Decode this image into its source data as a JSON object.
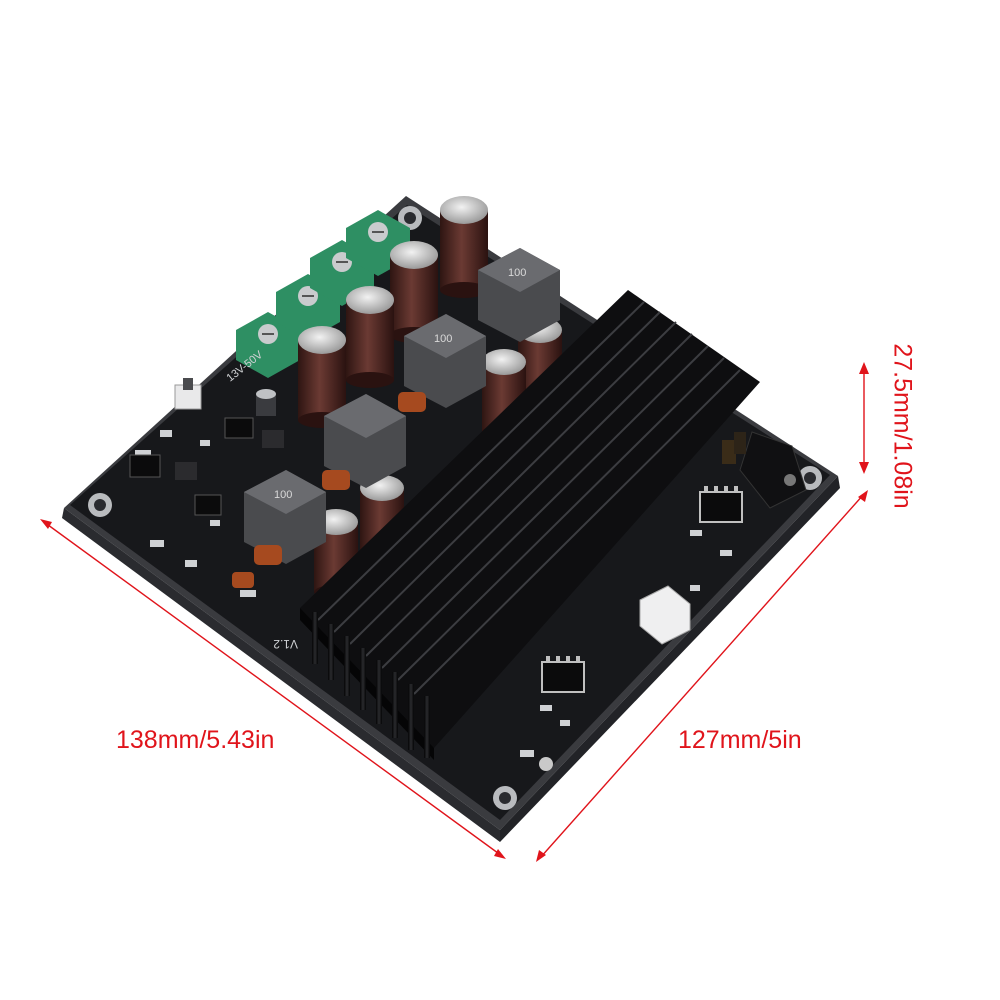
{
  "colors": {
    "dimension": "#e0141b",
    "pcb": "#17181b",
    "pcb_edge": "#3a3b3f",
    "heatsink": "#0e0e10",
    "terminal": "#2e8f63",
    "inductor": "#4a4b4e",
    "capacitor": "#4b2420"
  },
  "dimensions": {
    "length": "138mm/5.43in",
    "width": "127mm/5in",
    "height": "27.5mm/1.08in"
  },
  "board_markings": {
    "power_range": "13V-50V",
    "version": "V1.2",
    "inductor_code": "100"
  }
}
